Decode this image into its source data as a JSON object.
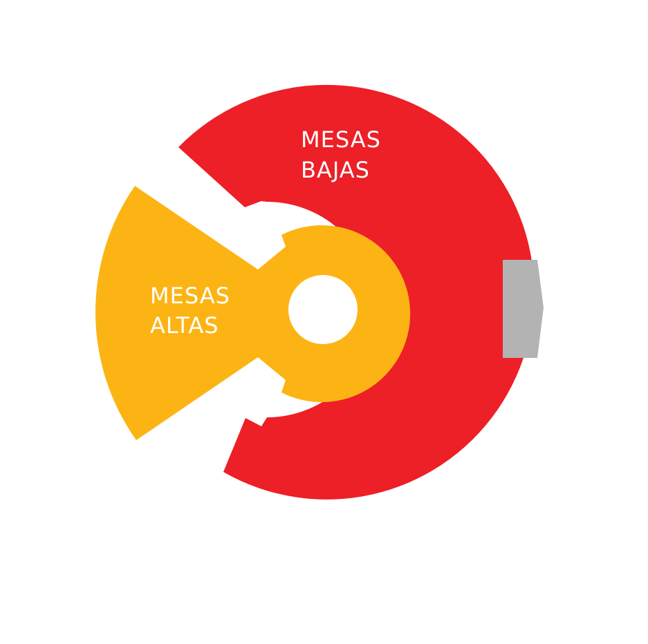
{
  "sections": {
    "low_tables": {
      "line1": "MESAS",
      "line2": "BAJAS",
      "color": "#ED1F27"
    },
    "high_tables": {
      "line1": "MESAS",
      "line2": "ALTAS",
      "color": "#FCB415"
    },
    "stage": {
      "color": "#B3B3B3"
    }
  }
}
